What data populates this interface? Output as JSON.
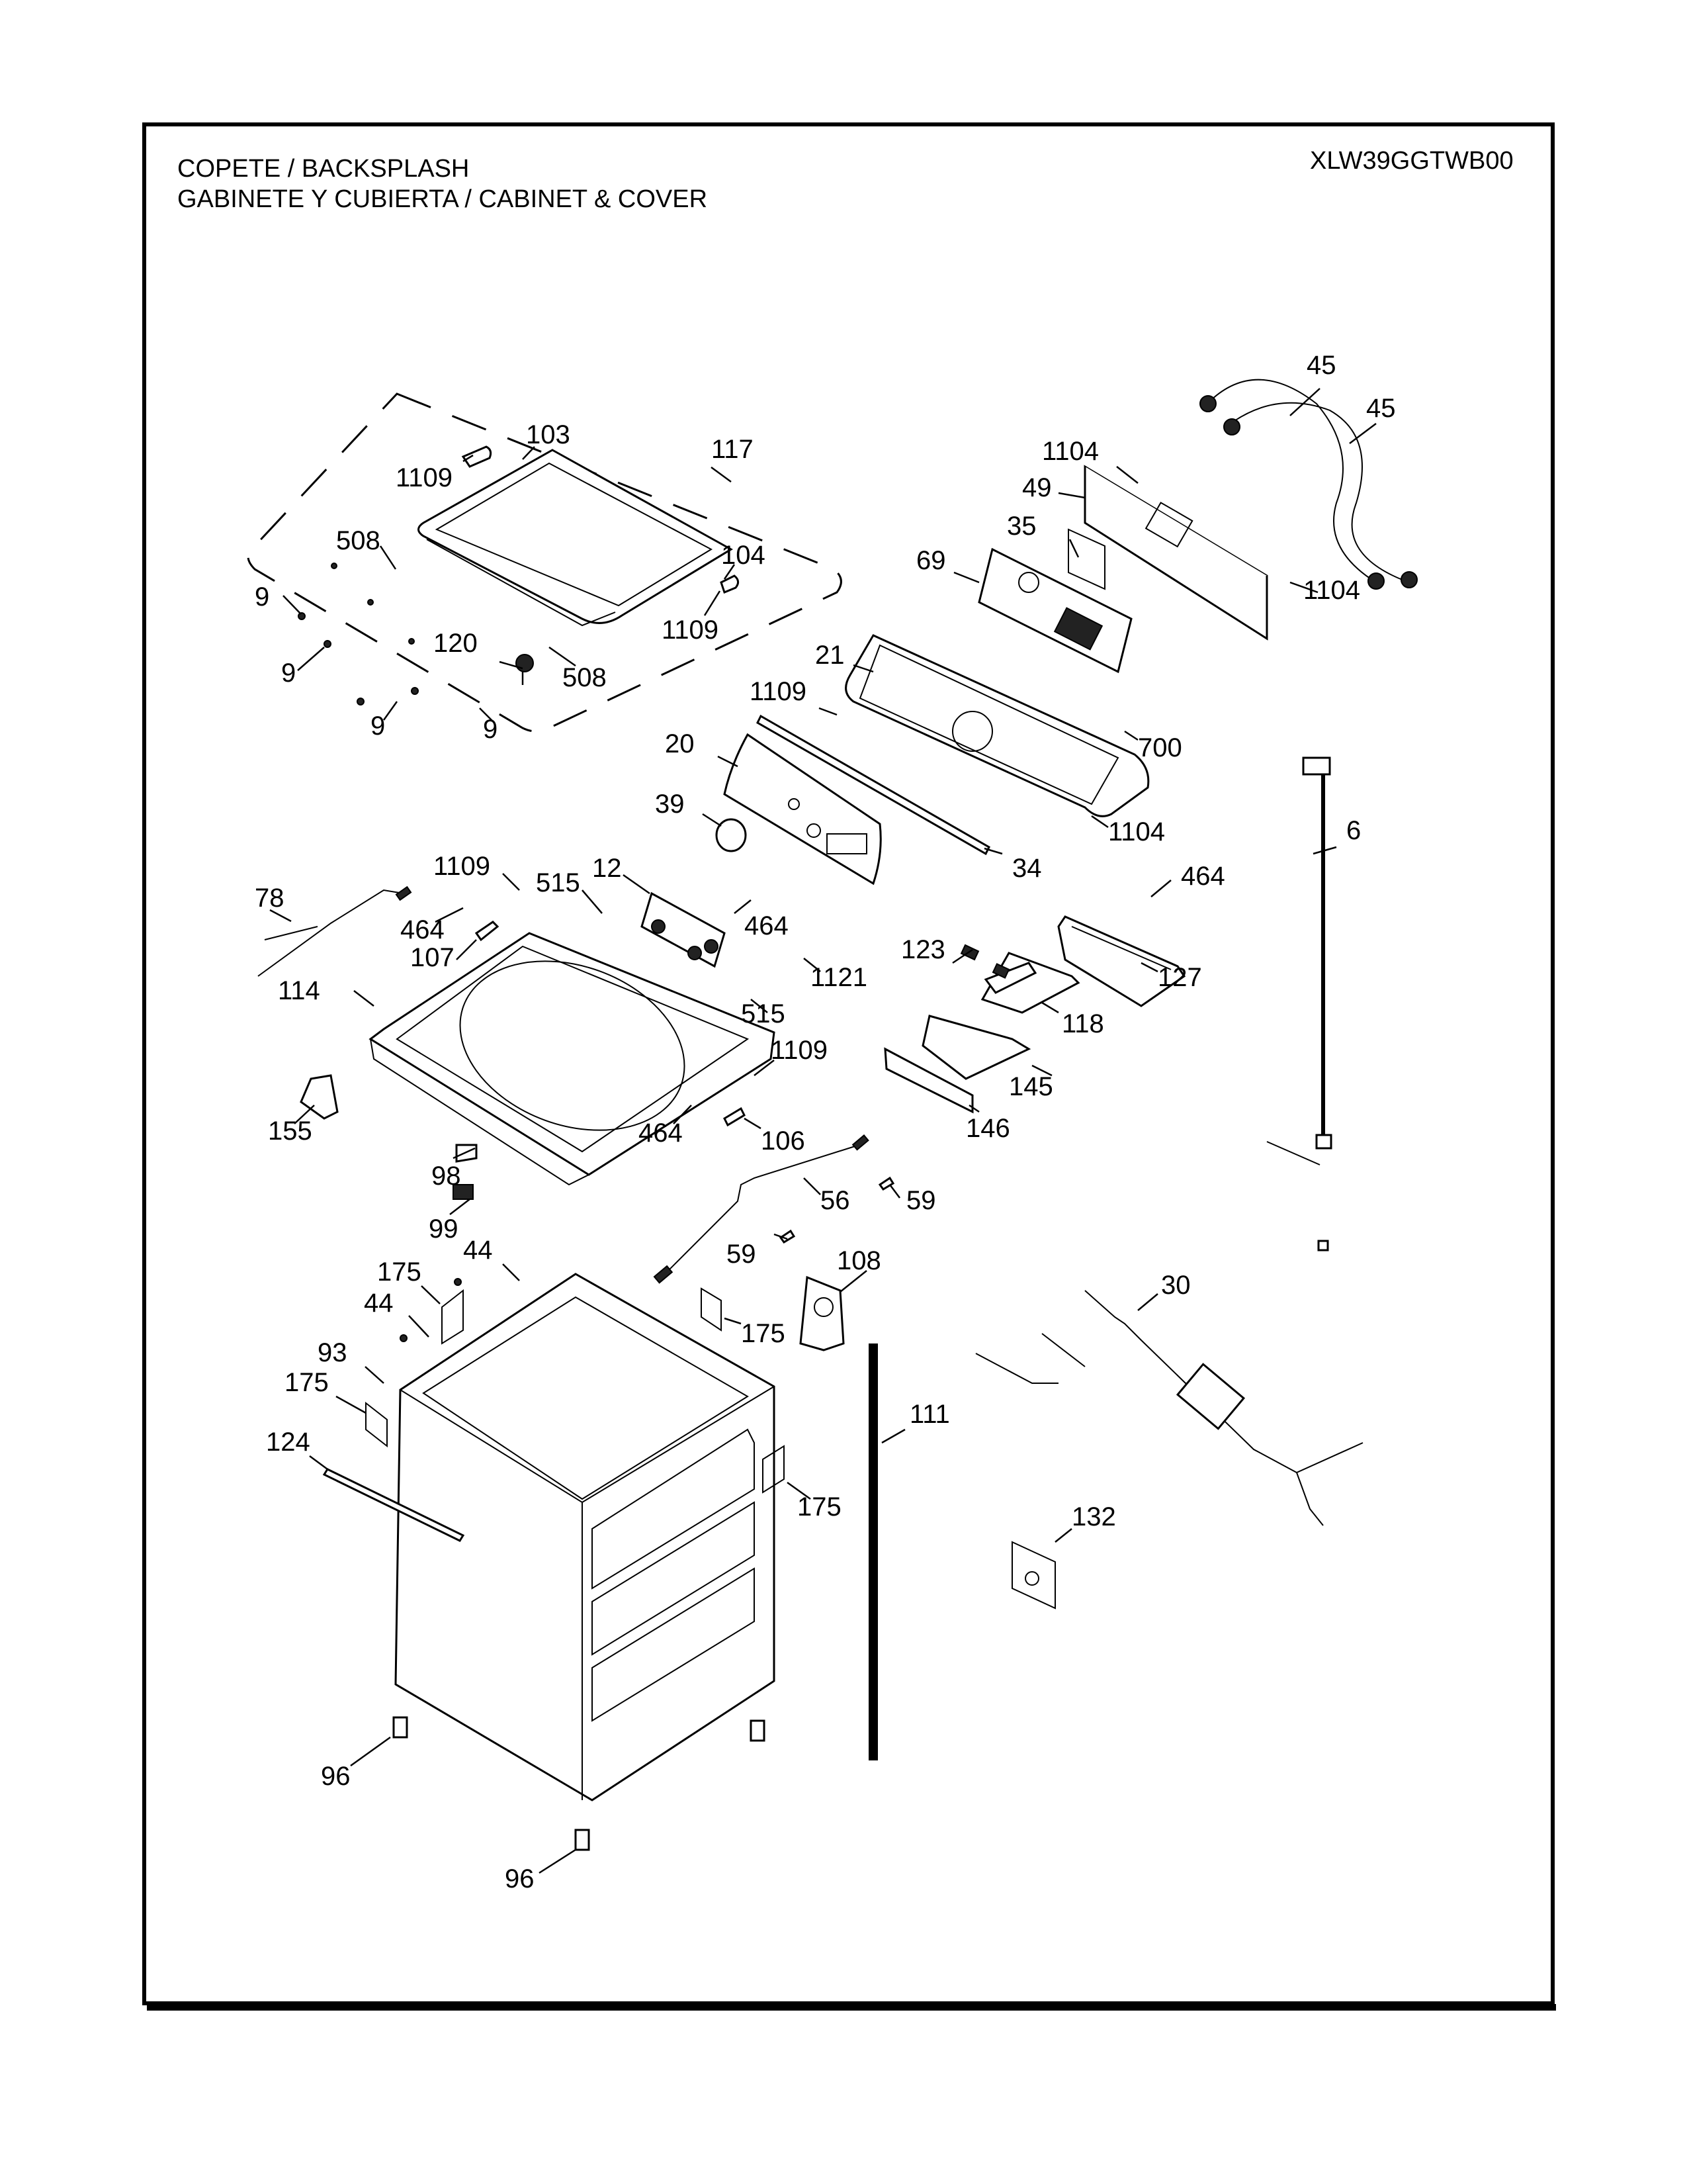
{
  "header": {
    "title_line1": "COPETE / BACKSPLASH",
    "title_line2": "GABINETE Y CUBIERTA / CABINET & COVER",
    "model_number": "XLW39GGTWB00"
  },
  "callouts": [
    {
      "label": "45",
      "part": "inlet-hose-1"
    },
    {
      "label": "45",
      "part": "inlet-hose-2"
    },
    {
      "label": "1104",
      "part": "screw-backsplash-top"
    },
    {
      "label": "49",
      "part": "rear-panel"
    },
    {
      "label": "1104",
      "part": "screw-rear-panel"
    },
    {
      "label": "35",
      "part": "label-plate"
    },
    {
      "label": "69",
      "part": "control-board"
    },
    {
      "label": "117",
      "part": "lid-assembly"
    },
    {
      "label": "103",
      "part": "hinge-left"
    },
    {
      "label": "1109",
      "part": "screw-hinge-left"
    },
    {
      "label": "508",
      "part": "bumper-left"
    },
    {
      "label": "104",
      "part": "hinge-right"
    },
    {
      "label": "1109",
      "part": "screw-hinge-right"
    },
    {
      "label": "9",
      "part": "bumper-1"
    },
    {
      "label": "9",
      "part": "bumper-2"
    },
    {
      "label": "9",
      "part": "bumper-3"
    },
    {
      "label": "9",
      "part": "bumper-4"
    },
    {
      "label": "120",
      "part": "lid-lock"
    },
    {
      "label": "508",
      "part": "bumper-right"
    },
    {
      "label": "21",
      "part": "backsplash-housing"
    },
    {
      "label": "1109",
      "part": "screw-backsplash"
    },
    {
      "label": "20",
      "part": "control-panel-overlay"
    },
    {
      "label": "700",
      "part": "screw-700"
    },
    {
      "label": "39",
      "part": "knob"
    },
    {
      "label": "1104",
      "part": "screw-backsplash-bottom"
    },
    {
      "label": "34",
      "part": "trim-strip"
    },
    {
      "label": "6",
      "part": "power-cord"
    },
    {
      "label": "1109",
      "part": "screw-top-cover"
    },
    {
      "label": "515",
      "part": "screw-valve-1"
    },
    {
      "label": "12",
      "part": "water-valve"
    },
    {
      "label": "464",
      "part": "screw-valve"
    },
    {
      "label": "464",
      "part": "screw-dispenser"
    },
    {
      "label": "78",
      "part": "wire-harness-78"
    },
    {
      "label": "464",
      "part": "screw-107"
    },
    {
      "label": "107",
      "part": "bracket-107"
    },
    {
      "label": "1121",
      "part": "screw-1121"
    },
    {
      "label": "123",
      "part": "damper"
    },
    {
      "label": "127",
      "part": "dispenser-housing"
    },
    {
      "label": "114",
      "part": "top-cover"
    },
    {
      "label": "515",
      "part": "screw-valve-2"
    },
    {
      "label": "118",
      "part": "dispenser-tray"
    },
    {
      "label": "1109",
      "part": "screw-106"
    },
    {
      "label": "145",
      "part": "dispenser-drawer"
    },
    {
      "label": "155",
      "part": "bleach-cup"
    },
    {
      "label": "464",
      "part": "screw-106b"
    },
    {
      "label": "106",
      "part": "bracket-106"
    },
    {
      "label": "146",
      "part": "drawer-front"
    },
    {
      "label": "98",
      "part": "switch-cover"
    },
    {
      "label": "56",
      "part": "pressure-hose"
    },
    {
      "label": "59",
      "part": "clip-1"
    },
    {
      "label": "99",
      "part": "lid-switch"
    },
    {
      "label": "59",
      "part": "clip-2"
    },
    {
      "label": "175",
      "part": "label-175-top-left"
    },
    {
      "label": "44",
      "part": "screw-44-top"
    },
    {
      "label": "108",
      "part": "drain-bracket"
    },
    {
      "label": "44",
      "part": "screw-44-left"
    },
    {
      "label": "175",
      "part": "label-175-top-right"
    },
    {
      "label": "30",
      "part": "main-harness"
    },
    {
      "label": "93",
      "part": "cabinet"
    },
    {
      "label": "175",
      "part": "label-175-left"
    },
    {
      "label": "111",
      "part": "drain-hose"
    },
    {
      "label": "124",
      "part": "cabinet-strip"
    },
    {
      "label": "175",
      "part": "label-175-right"
    },
    {
      "label": "132",
      "part": "tag-132"
    },
    {
      "label": "96",
      "part": "leveling-leg-left"
    },
    {
      "label": "96",
      "part": "leveling-leg-front"
    }
  ]
}
